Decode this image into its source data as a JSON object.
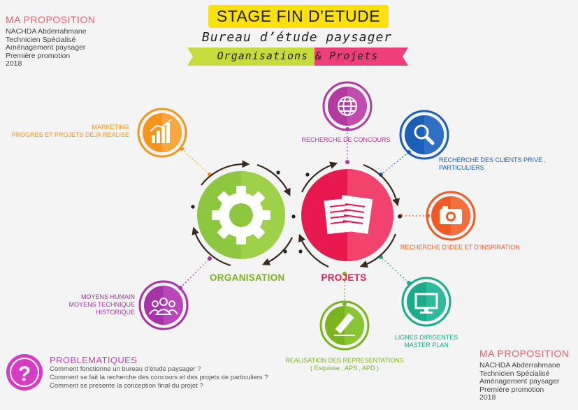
{
  "header": {
    "title": "STAGE FIN D’ETUDE",
    "subtitle": "Bureau d’étude paysager",
    "band": "Organisations & Projets"
  },
  "proposition_top": {
    "title": "MA PROPOSITION",
    "lines": [
      "NACHDA Abderrahmane",
      "Technicien Spécialisé",
      "Aménagement paysager",
      "Première promotion",
      "2018"
    ]
  },
  "proposition_bottom": {
    "title": "MA PROPOSITION",
    "lines": [
      "NACHDA Abderrahmane",
      "Technicien Spécialisé",
      "Aménagement paysager",
      "Première promotion",
      "2018"
    ]
  },
  "hubs": {
    "organisation": {
      "label": "ORGANISATION",
      "color": "#8dc63f",
      "icon": "gear-icon"
    },
    "projets": {
      "label": "PROJETS",
      "color": "#e8194f",
      "icon": "documents-icon"
    }
  },
  "nodes": {
    "marketing": {
      "lines": [
        "MARKETING",
        "PROGRES ET PROJETS DEJA REALISE"
      ],
      "color": "#f7941d",
      "icon": "bar-chart-icon"
    },
    "moyens": {
      "lines": [
        "MOYENS HUMAIN",
        "MOYENS TECHNIQUE",
        "HISTORIQUE"
      ],
      "color": "#a832a8",
      "icon": "users-icon"
    },
    "concours": {
      "lines": [
        "RECHERCHE DE CONCOURS"
      ],
      "color": "#b33aa0",
      "icon": "globe-icon"
    },
    "clients": {
      "lines": [
        "RECHERCHE DES CLIENTS PRIVE ,",
        "PARTICULIERS"
      ],
      "color": "#1c5fb8",
      "icon": "magnifier-icon"
    },
    "idee": {
      "lines": [
        "RECHERCHE D’IDEE ET D’INSPIRATION"
      ],
      "color": "#f15a24",
      "icon": "camera-icon"
    },
    "lignes": {
      "lines": [
        "LIGNES DIRIGENTES",
        "MASTER PLAN"
      ],
      "color": "#1aaa8c",
      "icon": "monitor-icon"
    },
    "realisation": {
      "lines": [
        "REALISATION DES REPRESENTATIONS",
        "( Esquisse , APS , APD )"
      ],
      "color": "#7ab51d",
      "icon": "pencil-icon"
    }
  },
  "problematiques": {
    "title": "PROBLEMATIQUES",
    "icon": "question-mark-icon",
    "lines": [
      "Comment fonctionne un bureau d’étude paysager ?",
      "Comment se fait la recherche des concours et des projets de particuliers ?",
      "Comment se presente la conception final du projet ?"
    ]
  }
}
